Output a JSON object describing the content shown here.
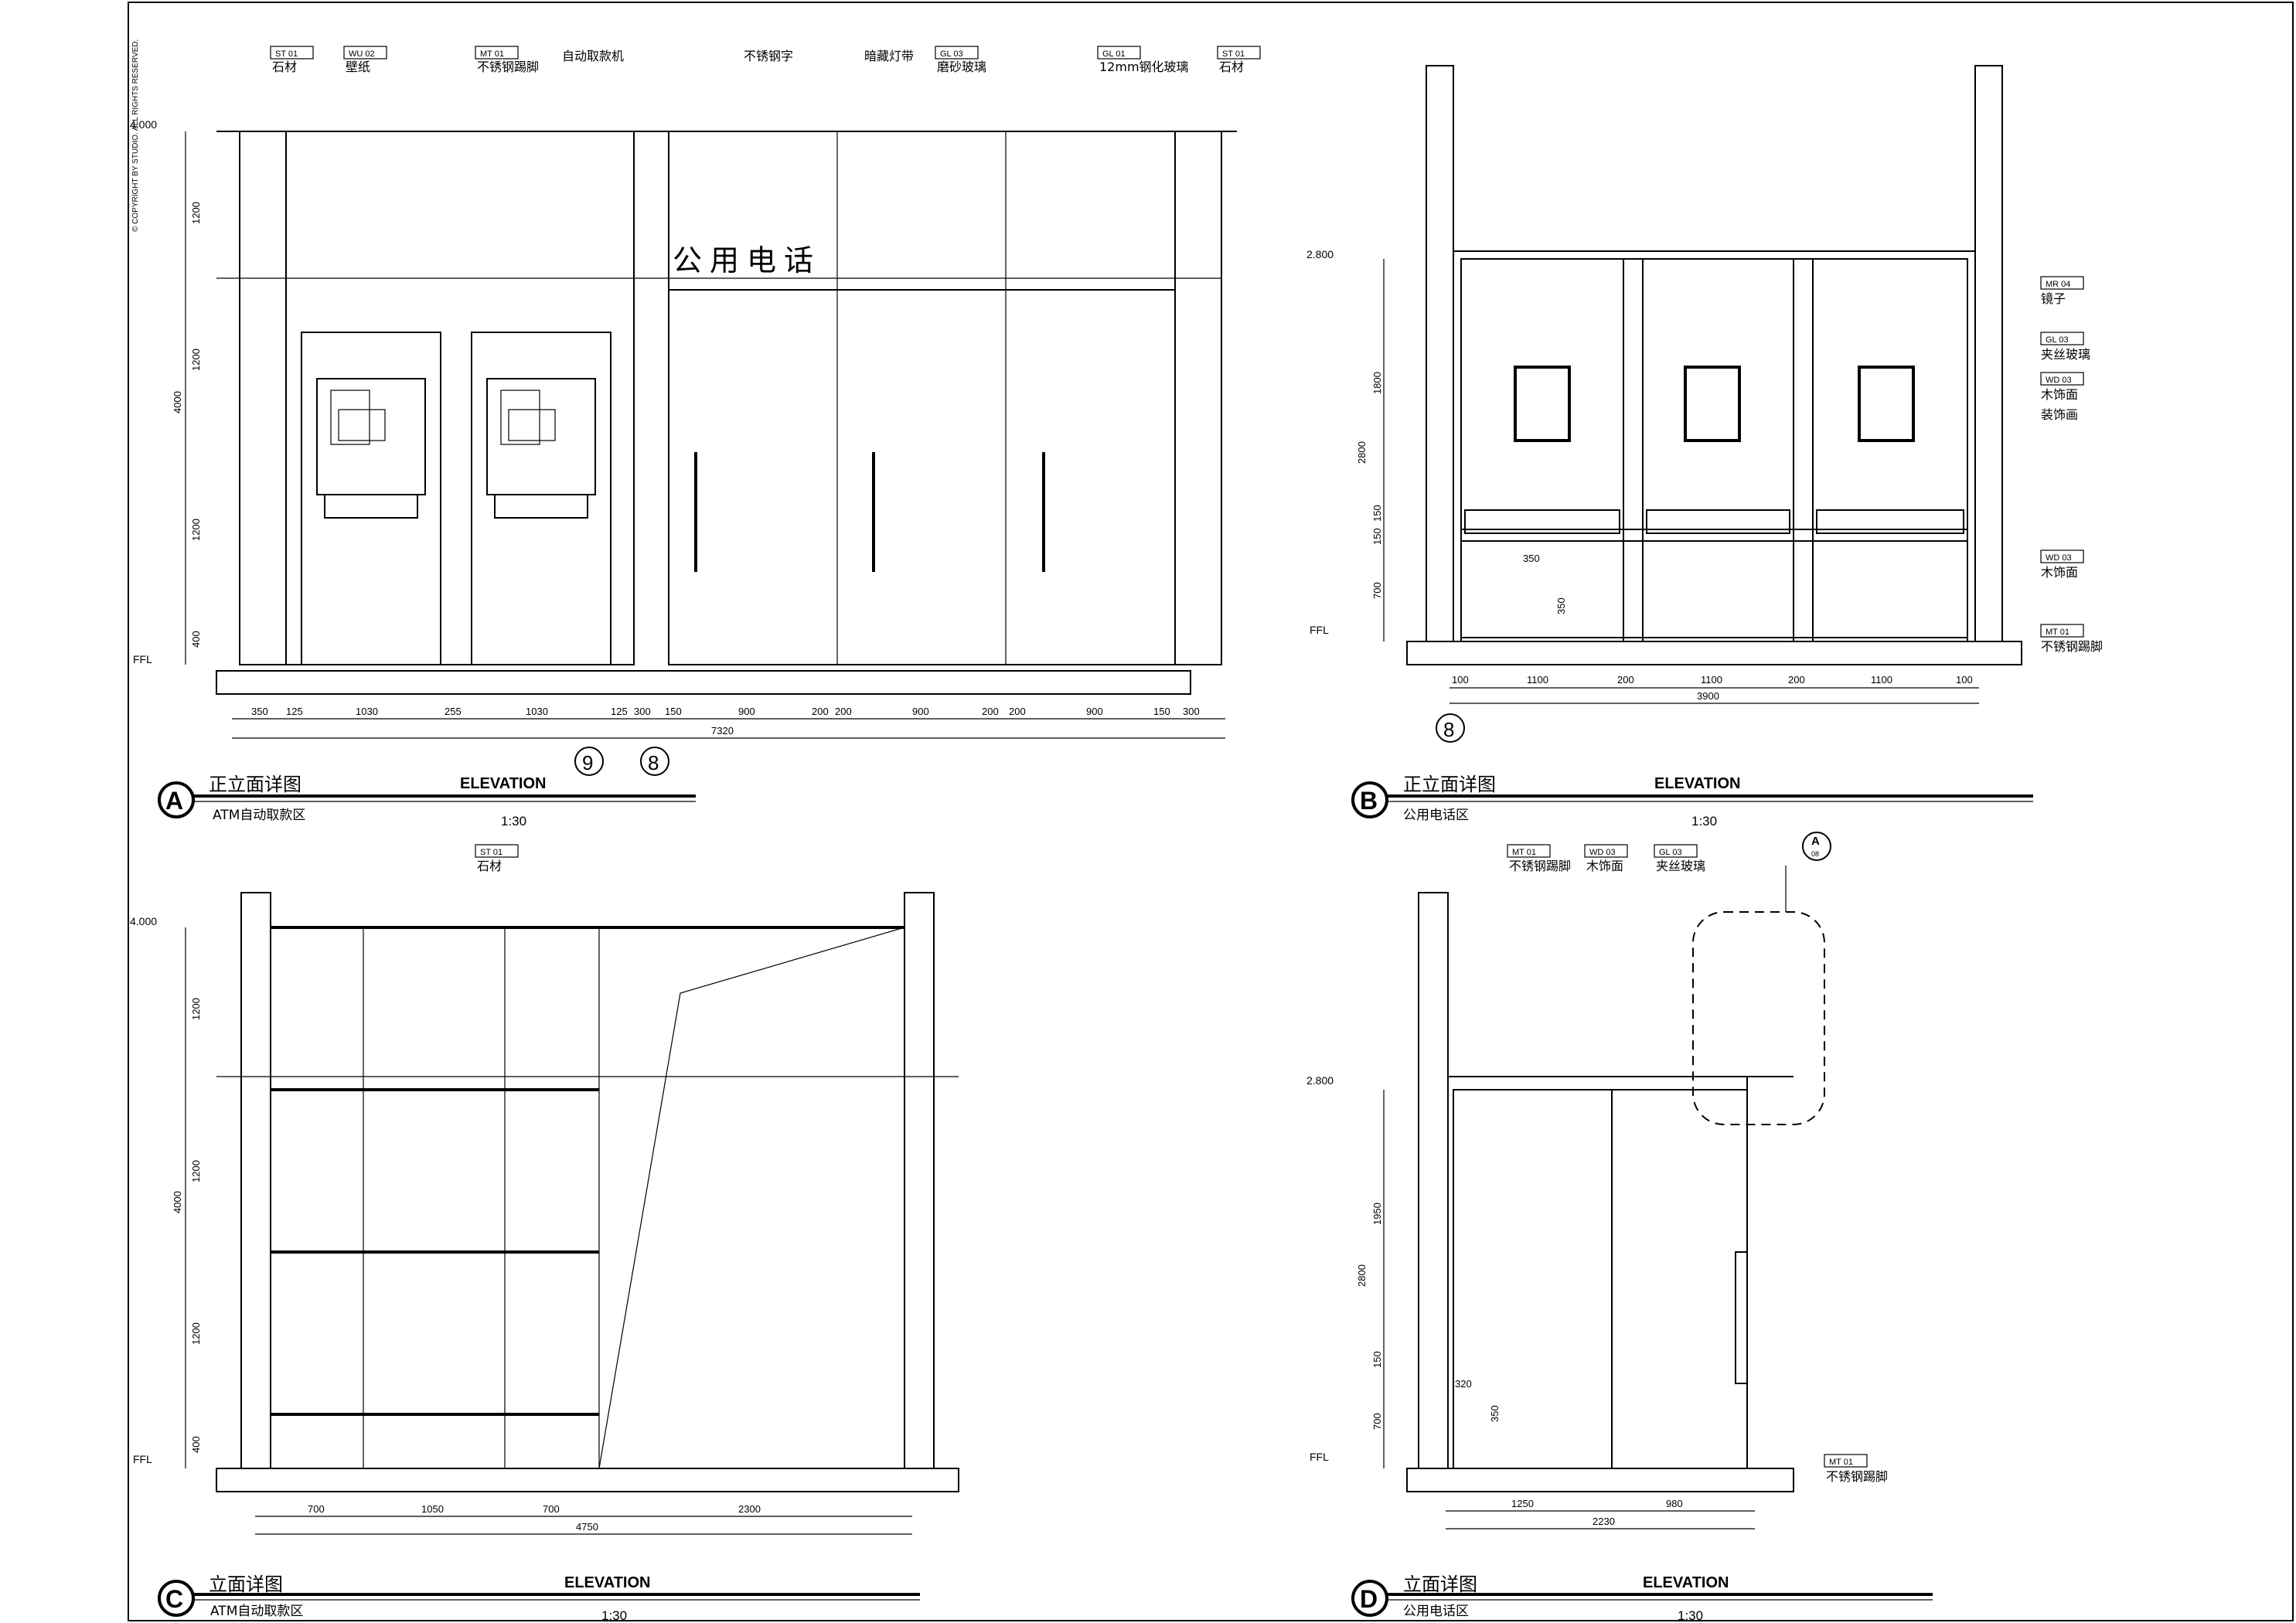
{
  "copyright": "© COPYRIGHT BY STUDIO. ALL RIGHTS RESERVED.",
  "panels": {
    "A": {
      "letter": "A",
      "title": "正立面详图",
      "subtitle": "ATM自动取款区",
      "elevation": "ELEVATION",
      "scale": "1:30",
      "level_top": "4.000",
      "ffl": "FFL",
      "signage": "公用电话",
      "tags": [
        {
          "code": "ST 01",
          "label": "石材"
        },
        {
          "code": "WU 02",
          "label": "壁纸"
        },
        {
          "code": "MT 01",
          "label": "不锈钢踢脚"
        },
        {
          "code": "",
          "label": "自动取款机"
        },
        {
          "code": "",
          "label": "不锈钢字"
        },
        {
          "code": "",
          "label": "暗藏灯带"
        },
        {
          "code": "GL 03",
          "label": "磨砂玻璃"
        },
        {
          "code": "GL 01",
          "label": "12mm钢化玻璃"
        },
        {
          "code": "ST 01",
          "label": "石材"
        }
      ],
      "vdims": [
        "1200",
        "1200",
        "1200",
        "400"
      ],
      "vtotal": "4000",
      "hdims": [
        "350",
        "125",
        "1030",
        "255",
        "1030",
        "125",
        "300",
        "150",
        "900",
        "200",
        "200",
        "900",
        "200",
        "200",
        "900",
        "150",
        "300"
      ],
      "htotal": "7320",
      "markers": [
        "9",
        "8"
      ]
    },
    "B": {
      "letter": "B",
      "title": "正立面详图",
      "subtitle": "公用电话区",
      "elevation": "ELEVATION",
      "scale": "1:30",
      "level_top": "2.800",
      "ffl": "FFL",
      "tags": [
        {
          "code": "MR 04",
          "label": "镜子"
        },
        {
          "code": "GL 03",
          "label": "夹丝玻璃"
        },
        {
          "code": "WD 03",
          "label": "木饰面"
        },
        {
          "code": "",
          "label": "装饰画"
        },
        {
          "code": "WD 03",
          "label": "木饰面"
        },
        {
          "code": "MT 01",
          "label": "不锈钢踢脚"
        }
      ],
      "vdims": [
        "1800",
        "150",
        "150",
        "700"
      ],
      "vtotal": "2800",
      "inner_dims": [
        "350",
        "350"
      ],
      "hdims": [
        "100",
        "1100",
        "200",
        "1100",
        "200",
        "1100",
        "100"
      ],
      "htotal": "3900",
      "marker": "8"
    },
    "C": {
      "letter": "C",
      "title": "立面详图",
      "subtitle": "ATM自动取款区",
      "elevation": "ELEVATION",
      "scale": "1:30",
      "level_top": "4.000",
      "ffl": "FFL",
      "tags": [
        {
          "code": "ST 01",
          "label": "石材"
        }
      ],
      "vdims": [
        "1200",
        "1200",
        "1200",
        "400"
      ],
      "vtotal": "4000",
      "hdims": [
        "700",
        "1050",
        "700",
        "2300"
      ],
      "htotal": "4750"
    },
    "D": {
      "letter": "D",
      "title": "立面详图",
      "subtitle": "公用电话区",
      "elevation": "ELEVATION",
      "scale": "1:30",
      "level_top": "2.800",
      "ffl": "FFL",
      "tags": [
        {
          "code": "MT 01",
          "label": "不锈钢踢脚"
        },
        {
          "code": "WD 03",
          "label": "木饰面"
        },
        {
          "code": "GL 03",
          "label": "夹丝玻璃"
        },
        {
          "code": "MT 01",
          "label": "不锈钢踢脚"
        }
      ],
      "section_mark": {
        "letter": "A",
        "sub": "08"
      },
      "vdims": [
        "1950",
        "150",
        "700"
      ],
      "vtotal": "2800",
      "inner_dims": [
        "320",
        "350"
      ],
      "hdims": [
        "1250",
        "980"
      ],
      "htotal": "2230"
    }
  }
}
